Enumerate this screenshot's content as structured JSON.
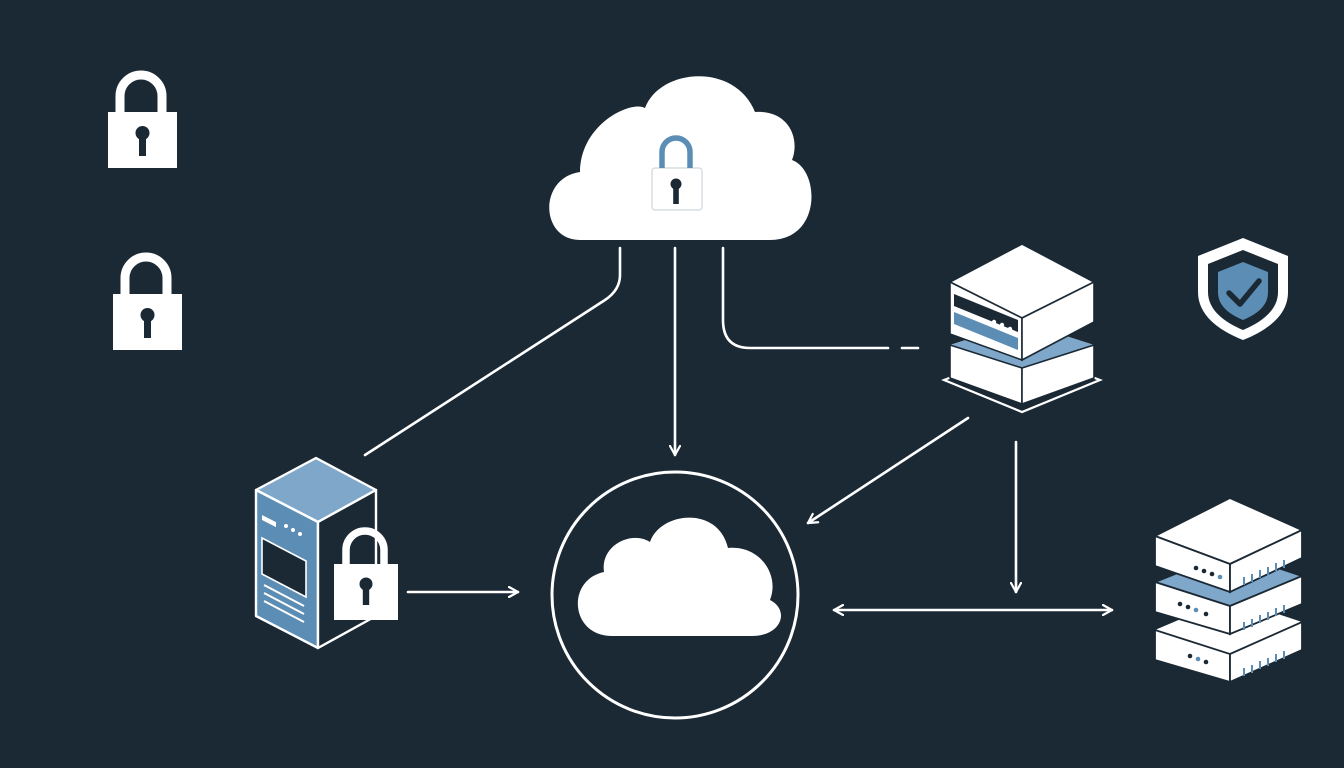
{
  "colors": {
    "background": "#1b2935",
    "foreground": "#ffffff",
    "accent": "#5b8db5",
    "accent_light": "#7fa7c9"
  },
  "nodes": [
    {
      "id": "cloud-secure",
      "icon": "cloud-lock-icon"
    },
    {
      "id": "lock-1",
      "icon": "padlock-icon"
    },
    {
      "id": "lock-2",
      "icon": "padlock-icon"
    },
    {
      "id": "server-stack-top",
      "icon": "server-stack-icon"
    },
    {
      "id": "shield",
      "icon": "shield-check-icon"
    },
    {
      "id": "server-tower",
      "icon": "server-tower-lock-icon"
    },
    {
      "id": "cloud-hub",
      "icon": "cloud-circle-icon"
    },
    {
      "id": "server-stack-right",
      "icon": "server-stack-icon"
    }
  ],
  "edges": [
    {
      "from": "cloud-secure",
      "to": "server-tower",
      "arrow": "none"
    },
    {
      "from": "cloud-secure",
      "to": "cloud-hub",
      "arrow": "end"
    },
    {
      "from": "cloud-secure",
      "to": "server-stack-top",
      "arrow": "none",
      "dashed": true
    },
    {
      "from": "server-stack-top",
      "to": "cloud-hub",
      "arrow": "end"
    },
    {
      "from": "server-stack-top",
      "to": "server-stack-right",
      "arrow": "end"
    },
    {
      "from": "server-tower",
      "to": "cloud-hub",
      "arrow": "end"
    },
    {
      "from": "cloud-hub",
      "to": "server-stack-right",
      "arrow": "both"
    }
  ]
}
